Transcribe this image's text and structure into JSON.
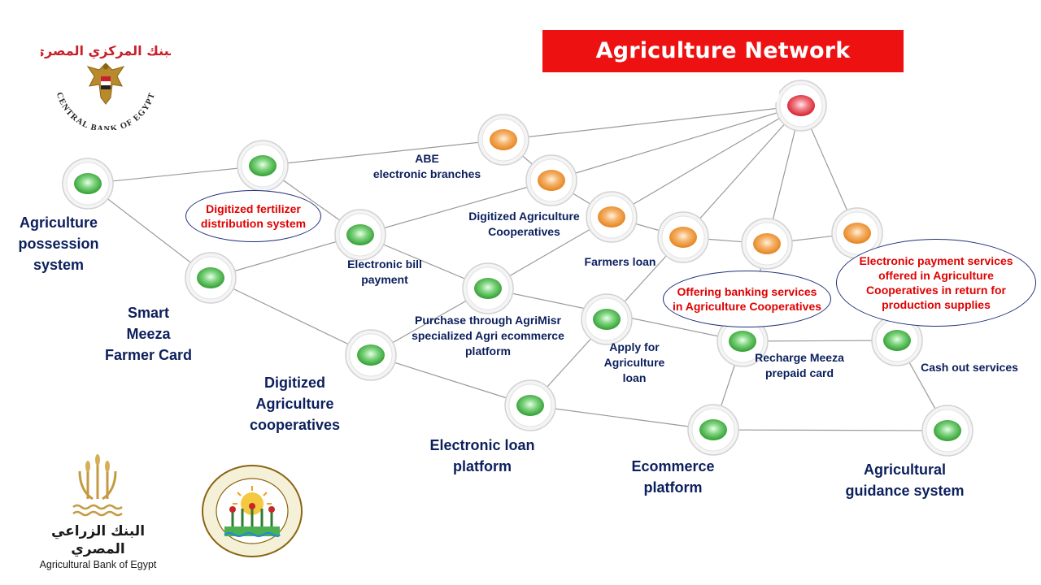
{
  "title": "Agriculture Network (AgriNet)",
  "labels": {
    "possession": [
      "Agriculture",
      "possession",
      "system"
    ],
    "meeza": [
      "Smart",
      "Meeza",
      "Farmer Card"
    ],
    "coops": [
      "Digitized",
      "Agriculture",
      "cooperatives"
    ],
    "loan_platform": [
      "Electronic  loan",
      "platform"
    ],
    "ecommerce": [
      "Ecommerce",
      "platform"
    ],
    "guidance": [
      "Agricultural",
      "guidance  system"
    ],
    "abe": [
      "ABE",
      "electronic branches"
    ],
    "dig_coops": [
      "Digitized Agriculture",
      "Cooperatives"
    ],
    "farmers_loan": "Farmers loan",
    "bill": [
      "Electronic bill",
      "payment"
    ],
    "purchase": [
      "Purchase through AgriMisr",
      "specialized Agri  ecommerce",
      "platform"
    ],
    "apply": [
      "Apply for",
      "Agriculture",
      "loan"
    ],
    "recharge": [
      "Recharge Meeza",
      "prepaid card"
    ],
    "cashout": "Cash out services"
  },
  "ovals": {
    "fertilizer": [
      "Digitized fertilizer",
      "distribution system"
    ],
    "banking": [
      "Offering banking services",
      "in Agriculture Cooperatives"
    ],
    "payment": [
      "Electronic payment services",
      "offered in Agriculture",
      "Cooperatives in return for",
      "production supplies"
    ]
  },
  "logos": {
    "cbe_arabic": "البنك المركزي المصري",
    "cbe_english": "CENTRAL BANK OF EGYPT",
    "abe_arabic": "البنك الزراعي المصري",
    "abe_english": "Agricultural Bank of Egypt"
  },
  "colors": {
    "title_bg": "#ee1111",
    "green_node": "#3fae3f",
    "orange_node": "#f0932e",
    "red_node": "#e02b36",
    "label_text": "#0b1f5c",
    "highlight_text": "#e00000"
  }
}
